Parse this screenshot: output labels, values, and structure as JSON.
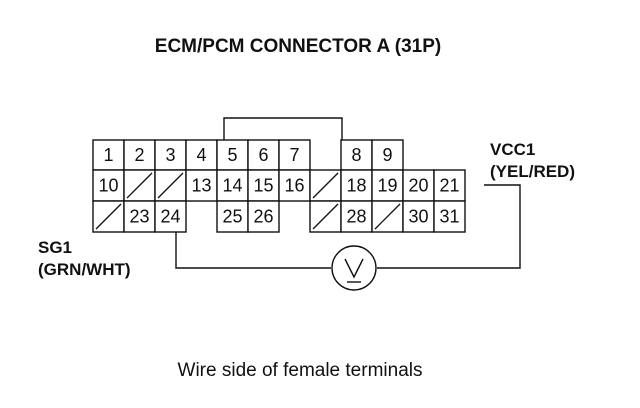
{
  "title": "ECM/PCM CONNECTOR A (31P)",
  "connector": {
    "row1": [
      {
        "label": "1"
      },
      {
        "label": "2"
      },
      {
        "label": "3"
      },
      {
        "label": "4"
      },
      {
        "label": "5"
      },
      {
        "label": "6"
      },
      {
        "label": "7"
      },
      {
        "label": "8"
      },
      {
        "label": "9"
      }
    ],
    "row2": [
      {
        "label": "10"
      },
      {
        "label": ""
      },
      {
        "label": ""
      },
      {
        "label": "13"
      },
      {
        "label": "14"
      },
      {
        "label": "15"
      },
      {
        "label": "16"
      },
      {
        "label": ""
      },
      {
        "label": "18"
      },
      {
        "label": "19"
      },
      {
        "label": "20"
      },
      {
        "label": "21"
      }
    ],
    "row3": [
      {
        "label": ""
      },
      {
        "label": "23"
      },
      {
        "label": "24"
      },
      {
        "label": "25"
      },
      {
        "label": "26"
      },
      {
        "label": ""
      },
      {
        "label": "28"
      },
      {
        "label": ""
      },
      {
        "label": "30"
      },
      {
        "label": "31"
      }
    ]
  },
  "vcc1": {
    "name": "VCC1",
    "color": "(YEL/RED)"
  },
  "sg1": {
    "name": "SG1",
    "color": "(GRN/WHT)"
  },
  "meter": {
    "symbol": "V"
  },
  "caption": "Wire side of female terminals"
}
